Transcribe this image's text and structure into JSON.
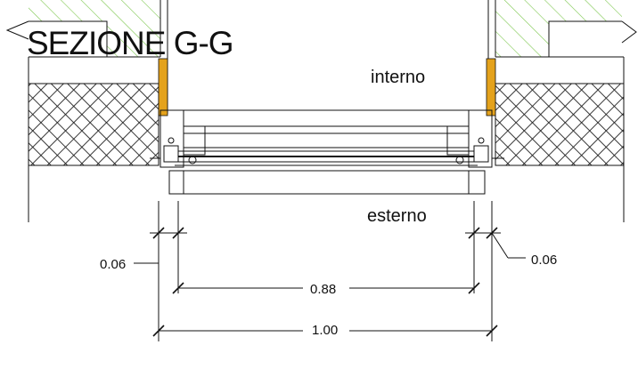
{
  "title": "SEZIONE G-G",
  "labels": {
    "inside": "interno",
    "outside": "esterno"
  },
  "dimensions": {
    "frame_left": "0.06",
    "frame_right": "0.06",
    "clear_opening": "0.88",
    "overall_width": "1.00"
  },
  "colors": {
    "lines": "#111111",
    "hatch_wall": "#7ec850",
    "trim_orange": "#e4a21c",
    "background": "#ffffff"
  }
}
